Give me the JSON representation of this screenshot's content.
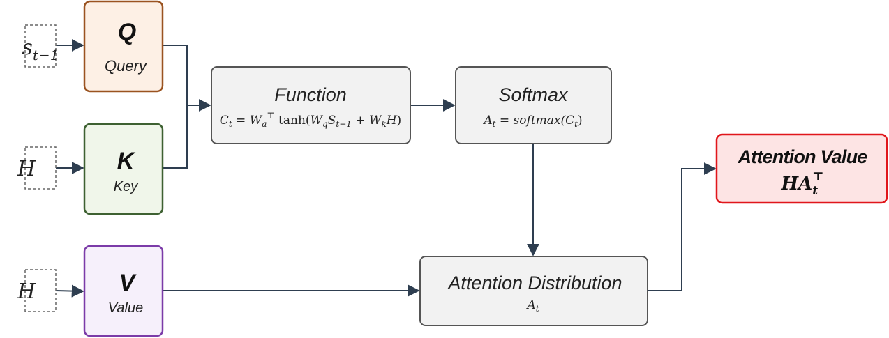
{
  "inputs": {
    "query_input": "s",
    "query_input_sub": "t−1",
    "key_input": "H",
    "value_input": "H"
  },
  "nodes": {
    "query": {
      "symbol": "Q",
      "label": "Query",
      "fill": "#fdf0e5",
      "stroke": "#9a5320"
    },
    "key": {
      "symbol": "K",
      "label": "Key",
      "fill": "#f0f6ea",
      "stroke": "#3e6132"
    },
    "value": {
      "symbol": "V",
      "label": "Value",
      "fill": "#f6f0fb",
      "stroke": "#7b3ba8"
    },
    "function": {
      "title": "Function",
      "formula": {
        "c": "C",
        "c_sub": "t",
        "eq": " = ",
        "w": "W",
        "w_sub": "a",
        "w_sup": "⊤",
        "tanh": " tanh(",
        "wq": "W",
        "wq_sub": "q",
        "s": "S",
        "s_sub": "t−1",
        "plus": " + ",
        "wk": "W",
        "wk_sub": "k",
        "h": "H",
        "close": ")"
      },
      "fill": "#f2f2f2",
      "stroke": "#555555"
    },
    "softmax": {
      "title": "Softmax",
      "formula": {
        "a": "A",
        "a_sub": "t",
        "eq": " = ",
        "fn": "softmax(",
        "c": "C",
        "c_sub": "t",
        "close": ")"
      },
      "fill": "#f2f2f2",
      "stroke": "#555555"
    },
    "attention_distribution": {
      "title": "Attention Distribution",
      "formula": {
        "a": "A",
        "a_sub": "t"
      },
      "fill": "#f2f2f2",
      "stroke": "#555555"
    },
    "attention_value": {
      "title": "Attention Value",
      "formula": {
        "ha": "HA",
        "sub": "t",
        "sup": "⊤"
      },
      "fill": "#fde4e4",
      "stroke": "#e0161b"
    }
  },
  "colors": {
    "arrow": "#2e3e50",
    "input_border": "#666666"
  }
}
